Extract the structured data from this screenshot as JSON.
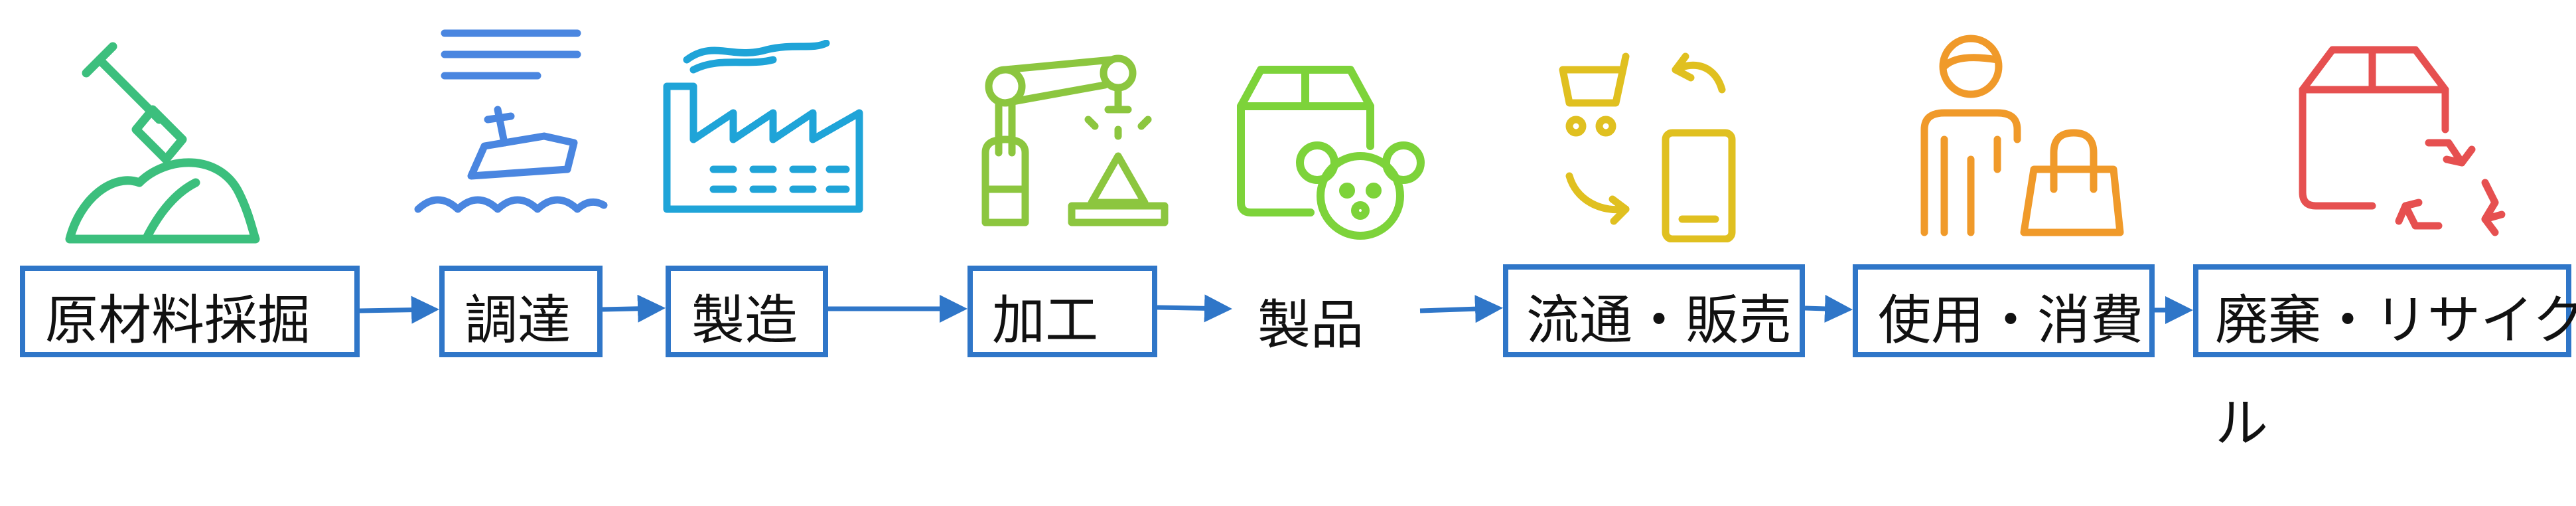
{
  "stages": [
    {
      "id": "mining",
      "label": "原材料採掘",
      "icon": "shovel-dirt-icon",
      "color": "#3cbf7d"
    },
    {
      "id": "procurement",
      "label": "調達",
      "icon": "sinking-ship-icon",
      "color": "#4a86e0"
    },
    {
      "id": "manufacturing",
      "label": "製造",
      "icon": "factory-icon",
      "color": "#1fa4d8"
    },
    {
      "id": "processing",
      "label": "加工",
      "icon": "robot-arm-icon",
      "color": "#8cc63f"
    },
    {
      "id": "product",
      "label": "製品",
      "icon": "box-teddy-bear-icon",
      "color": "#7dd33a"
    },
    {
      "id": "distribution",
      "label": "流通・販売",
      "icon": "cart-phone-icon",
      "color": "#e0c020"
    },
    {
      "id": "use",
      "label": "使用・消費",
      "icon": "person-bag-icon",
      "color": "#f09a2a"
    },
    {
      "id": "disposal",
      "label_line1": "廃棄・リサイク",
      "label_line2": "ル",
      "icon": "box-recycle-icon",
      "color": "#e65050"
    }
  ],
  "colors": {
    "border": "#2f76c8",
    "arrow": "#2f76c8",
    "text": "#111111"
  }
}
